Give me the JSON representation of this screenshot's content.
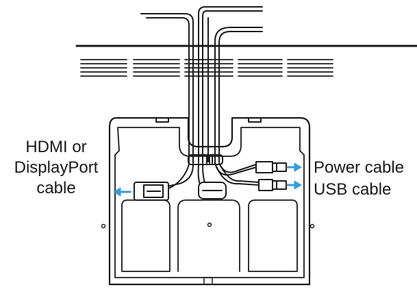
{
  "labels": {
    "hdmi_line1": "HDMI or",
    "hdmi_line2": "DisplayPort",
    "hdmi_line3": "cable",
    "power": "Power cable",
    "usb": "USB cable"
  },
  "colors": {
    "line": "#1a1a1a",
    "arrow": "#3a9ad9",
    "background": "#ffffff"
  }
}
